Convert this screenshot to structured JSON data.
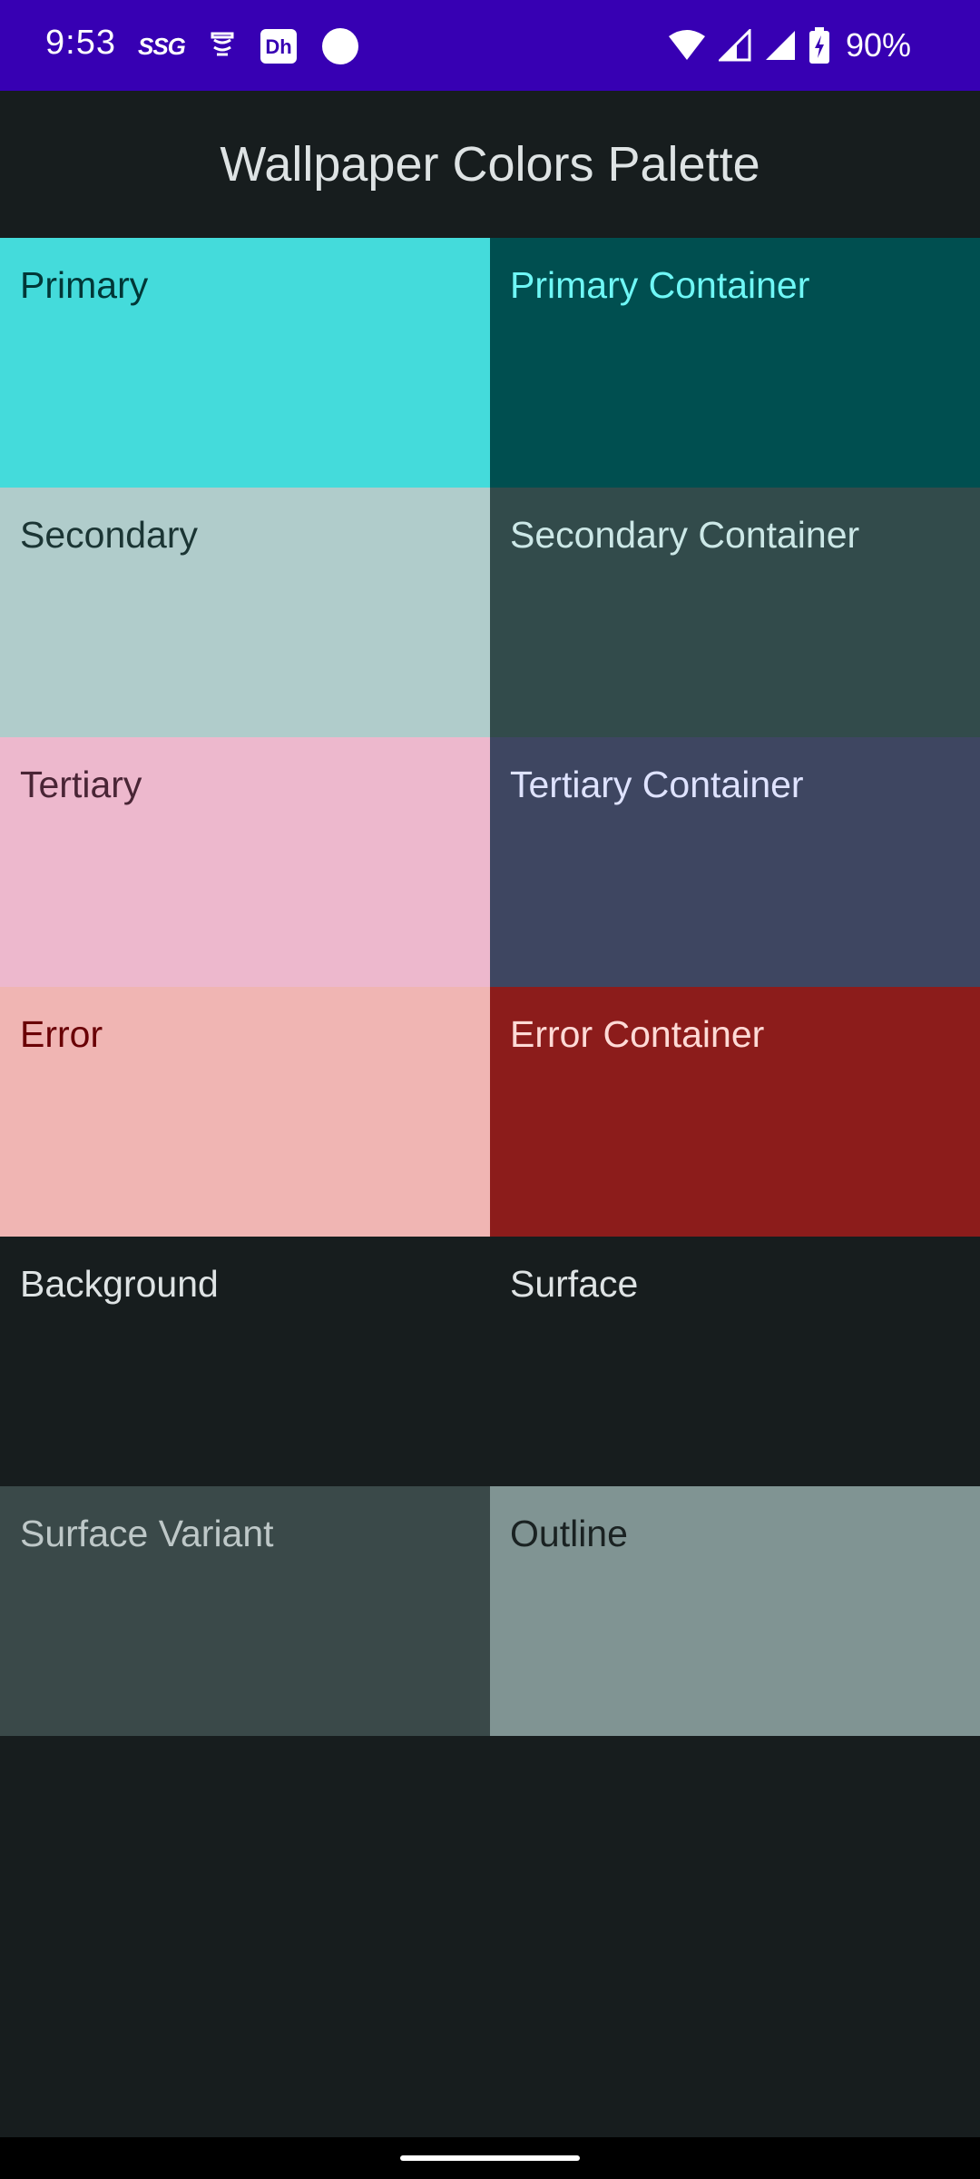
{
  "status_bar": {
    "time": "9:53",
    "notif_ssg": "SSG",
    "battery_percent": "90%",
    "icons": [
      "ssg-icon",
      "tray-icon",
      "hotstar-icon",
      "circle-icon",
      "wifi-icon",
      "signal-icon",
      "signal-icon",
      "battery-charging-icon"
    ]
  },
  "app_bar": {
    "title": "Wallpaper Colors Palette"
  },
  "palette": {
    "items": [
      {
        "label": "Primary",
        "color": "#44dbdb",
        "text_color": "#003737"
      },
      {
        "label": "Primary Container",
        "color": "#004f50",
        "text_color": "#6ff7f6"
      },
      {
        "label": "Secondary",
        "color": "#b0cccb",
        "text_color": "#1b3534"
      },
      {
        "label": "Secondary Container",
        "color": "#324b4b",
        "text_color": "#cce8e7"
      },
      {
        "label": "Tertiary",
        "color": "#edb8cd",
        "text_color": "#492535"
      },
      {
        "label": "Tertiary Container",
        "color": "#3e4661",
        "text_color": "#dfe3ff"
      },
      {
        "label": "Error",
        "color": "#f0b5b3",
        "text_color": "#690005"
      },
      {
        "label": "Error Container",
        "color": "#8c1c1b",
        "text_color": "#ffdad6"
      },
      {
        "label": "Background",
        "color": "#171d1e",
        "text_color": "#dee3e4"
      },
      {
        "label": "Surface",
        "color": "#171d1e",
        "text_color": "#dee3e4"
      },
      {
        "label": "Surface Variant",
        "color": "#3a4949",
        "text_color": "#bec8c8"
      },
      {
        "label": "Outline",
        "color": "#809493",
        "text_color": "#1a2222"
      }
    ]
  },
  "colors": {
    "status_bar_bg": "#3700b3",
    "app_bg": "#171d1e",
    "nav_bar_bg": "#000000"
  }
}
